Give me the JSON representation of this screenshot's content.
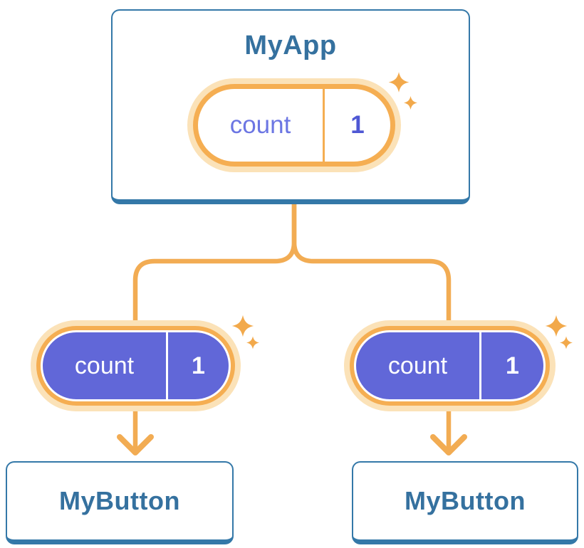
{
  "diagram": {
    "parent_card": {
      "title": "MyApp",
      "state": {
        "label": "count",
        "value": "1"
      }
    },
    "children": [
      {
        "pill": {
          "label": "count",
          "value": "1"
        },
        "card": {
          "title": "MyButton"
        }
      },
      {
        "pill": {
          "label": "count",
          "value": "1"
        },
        "card": {
          "title": "MyButton"
        }
      }
    ],
    "icons": {
      "sparkle": "four-point-star ✦",
      "arrow": "downward-chevron-arrow"
    },
    "colors": {
      "background": "#FFFFFF",
      "card_fill": "#FFFFFF",
      "card_border_blue": "#3478A8",
      "title_text_blue": "#35719F",
      "pill_ring_orange": "#F5AE52",
      "pill_halo_light_orange": "#FBE2B8",
      "pill_fill_purple": "#6167D8",
      "pill_label_purple": "#6C76E3",
      "pill_value_purple": "#4F58D4",
      "pill_text_white": "#FFFFFF",
      "connector_orange": "#F2AC53",
      "sparkle_orange": "#F2A94B"
    }
  }
}
